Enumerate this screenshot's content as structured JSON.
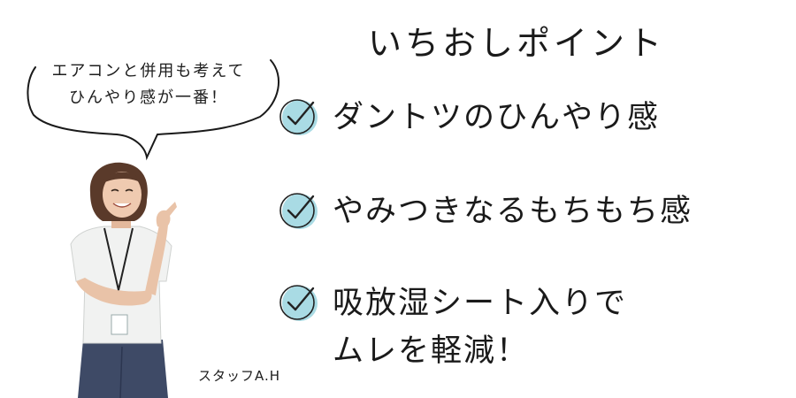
{
  "bubble": {
    "line1": "エアコンと併用も考えて",
    "line2": "ひんやり感が一番！"
  },
  "staff": {
    "caption": "スタッフA.H"
  },
  "title": "いちおしポイント",
  "points": [
    {
      "lines": [
        "ダントツのひんやり感"
      ]
    },
    {
      "lines": [
        "やみつきなるもちもち感"
      ]
    },
    {
      "lines": [
        "吸放湿シート入りで",
        "ムレを軽減！"
      ]
    }
  ],
  "colors": {
    "check_circle": "#a9dbe4",
    "check_mark": "#222222",
    "text": "#1a1a1a",
    "background": "#ffffff"
  },
  "icons": {
    "point_marker": "check-circle-icon"
  }
}
